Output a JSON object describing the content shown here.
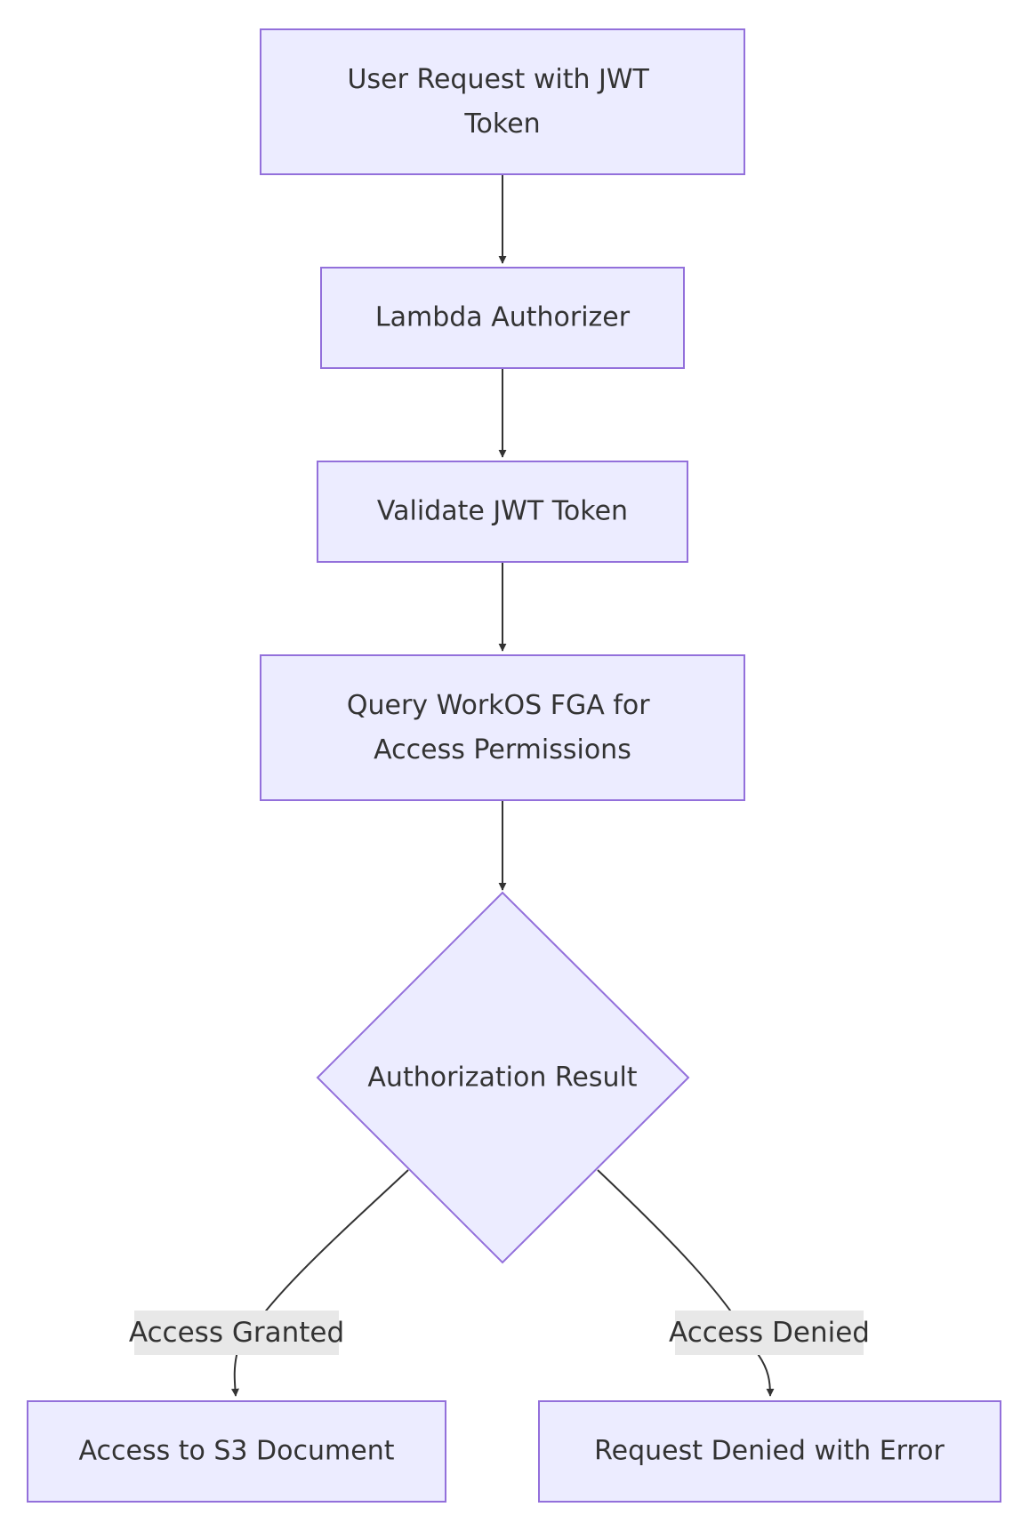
{
  "nodes": {
    "user_request": {
      "lines": [
        "User Request with JWT",
        "Token"
      ]
    },
    "lambda_authorizer": {
      "lines": [
        "Lambda Authorizer"
      ]
    },
    "validate_jwt": {
      "lines": [
        "Validate JWT Token"
      ]
    },
    "query_fga": {
      "lines": [
        "Query WorkOS FGA for",
        "Access Permissions"
      ]
    },
    "authorization_result": {
      "lines": [
        "Authorization Result"
      ]
    },
    "access_s3": {
      "lines": [
        "Access to S3 Document"
      ]
    },
    "request_denied": {
      "lines": [
        "Request Denied with Error"
      ]
    }
  },
  "edges": {
    "granted": {
      "label": "Access Granted"
    },
    "denied": {
      "label": "Access Denied"
    }
  },
  "colors": {
    "node_fill": "#ECECFF",
    "node_stroke": "#9370DB",
    "edge": "#333333",
    "edge_label_bg": "#e8e8e8"
  }
}
